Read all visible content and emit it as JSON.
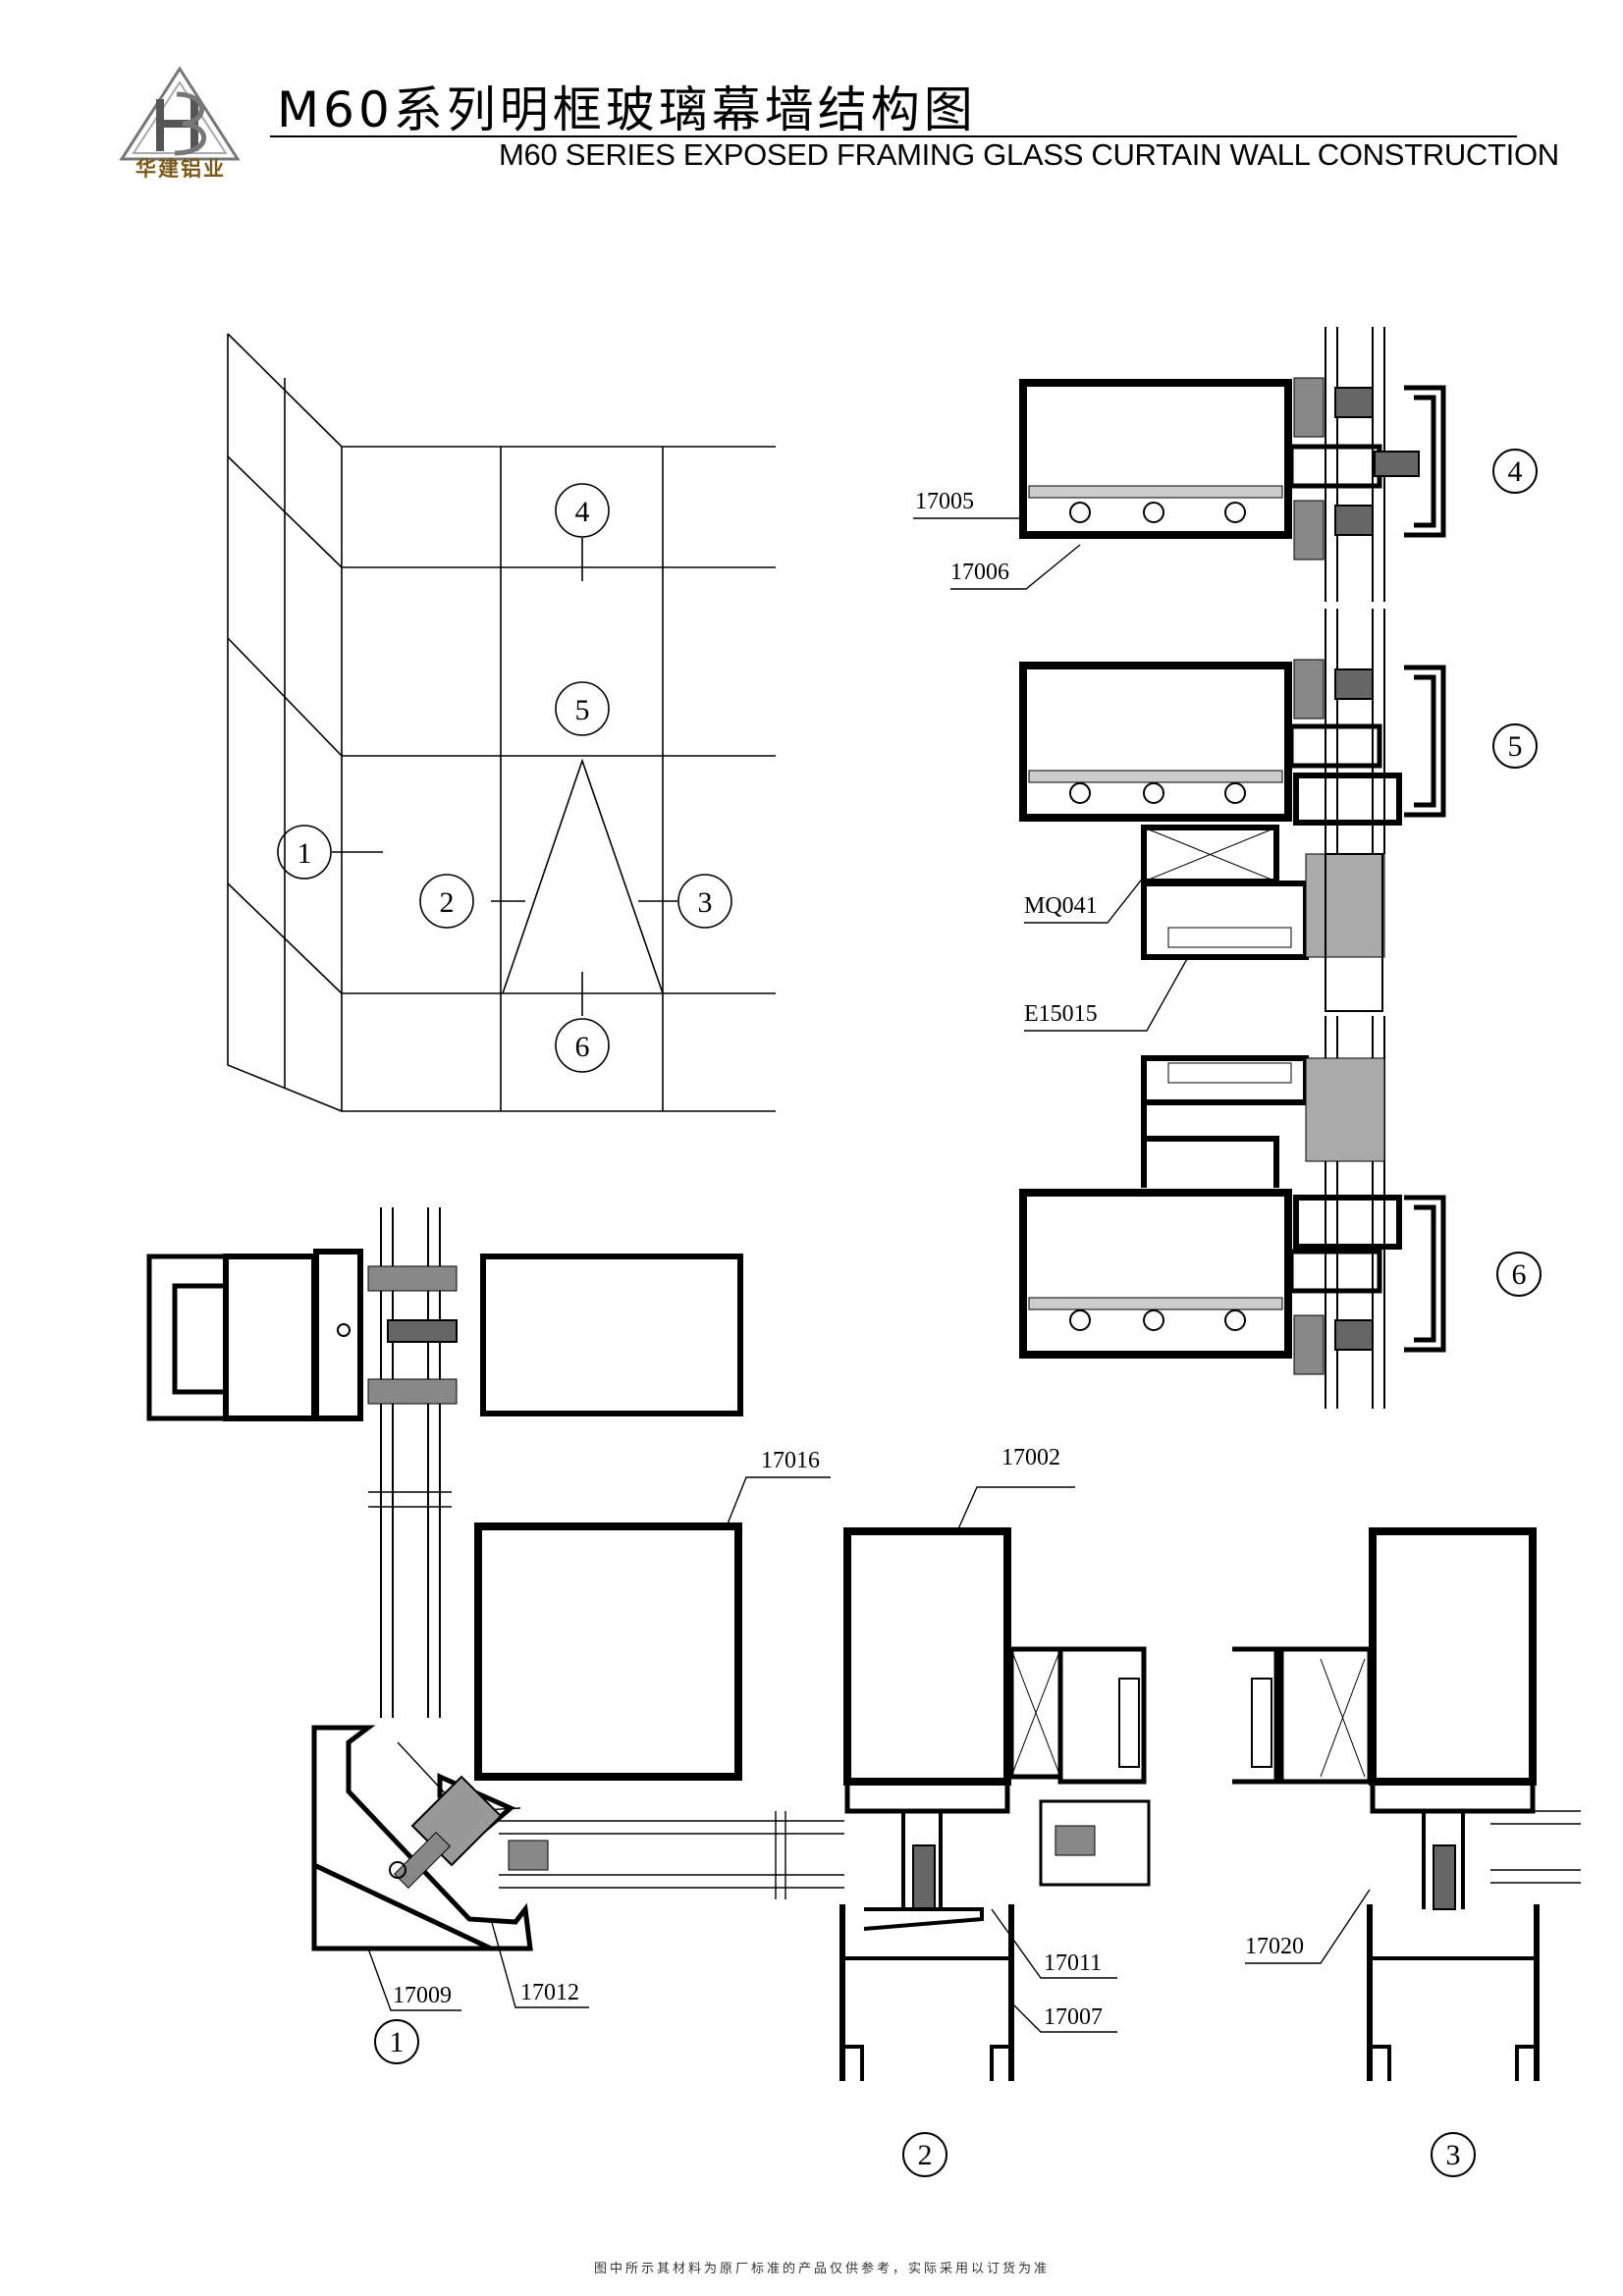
{
  "header": {
    "title_zh": "M60系列明框玻璃幕墙结构图",
    "title_en": "M60  SERIES EXPOSED FRAMING GLASS CURTAIN WALL CONSTRUCTION",
    "logo_text": "华建铝业"
  },
  "index_markers": [
    "1",
    "2",
    "3",
    "4",
    "5",
    "6"
  ],
  "section_markers": {
    "s1": "1",
    "s2": "2",
    "s3": "3",
    "s4": "4",
    "s5": "5",
    "s6": "6"
  },
  "part_labels": {
    "p17005": "17005",
    "p17006": "17006",
    "pMQ041": "MQ041",
    "pE15015": "E15015",
    "p17016": "17016",
    "p17002": "17002",
    "p17009": "17009",
    "p17012": "17012",
    "p17011": "17011",
    "p17007": "17007",
    "p17020": "17020"
  },
  "footnote": "图中所示其材料为原厂标准的产品仅供参考，实际采用以订货为准"
}
